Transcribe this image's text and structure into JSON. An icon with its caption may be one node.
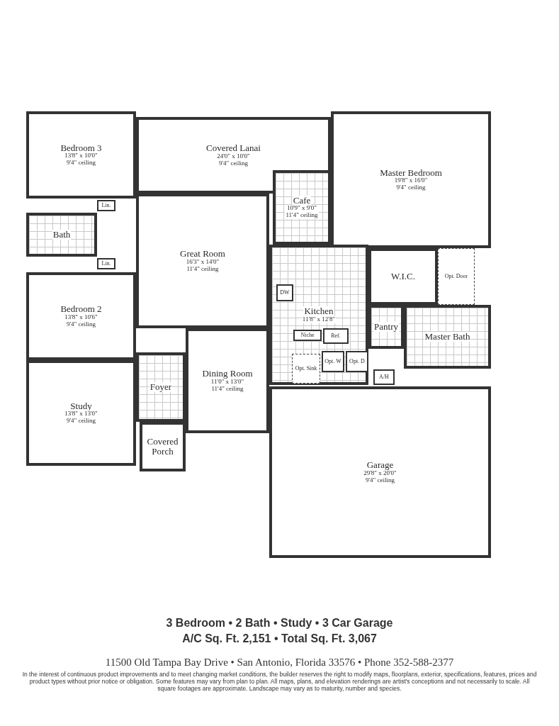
{
  "diagram": {
    "nodes": [
      {
        "text": [
          "Bedroom 3",
          "13'8\" x 10'0\"",
          "9'4\" ceiling"
        ]
      },
      {
        "text": [
          "Covered Lanai",
          "24'0\" x 10'0\"",
          "9'4\" ceiling"
        ]
      },
      {
        "text": [
          "Master Bedroom",
          "19'8\" x 16'0\"",
          "9'4\" ceiling"
        ]
      },
      {
        "text": [
          "Bath"
        ]
      },
      {
        "text": [
          "Lin."
        ]
      },
      {
        "text": [
          "Lin."
        ]
      },
      {
        "text": [
          "Bedroom 2",
          "13'8\" x 10'6\"",
          "9'4\" ceiling"
        ]
      },
      {
        "text": [
          "Great Room",
          "16'3\" x 14'0\"",
          "11'4\" ceiling"
        ]
      },
      {
        "text": [
          "Cafe",
          "10'9\" x 9'0\"",
          "11'4\" ceiling"
        ]
      },
      {
        "text": [
          "Kitchen",
          "11'8\" x 12'8\""
        ]
      },
      {
        "text": [
          "DW"
        ],
        "in": 9
      },
      {
        "text": [
          "Niche"
        ],
        "in": 9
      },
      {
        "text": [
          "Ref."
        ],
        "in": 9
      },
      {
        "text": [
          "Opt. W"
        ],
        "in": 9
      },
      {
        "text": [
          "Opt. D"
        ],
        "in": 9
      },
      {
        "text": [
          "Opt. Sink"
        ],
        "in": 9
      },
      {
        "text": [
          "W.I.C."
        ]
      },
      {
        "text": [
          "Opt. Door"
        ]
      },
      {
        "text": [
          "Pantry"
        ]
      },
      {
        "text": [
          "Master Bath"
        ]
      },
      {
        "text": [
          "A/H"
        ]
      },
      {
        "text": [
          "Foyer"
        ]
      },
      {
        "text": [
          "Dining Room",
          "11'0\" x 13'0\"",
          "11'4\" ceiling"
        ]
      },
      {
        "text": [
          "Study",
          "13'8\" x 13'0\"",
          "9'4\" ceiling"
        ]
      },
      {
        "text": [
          "Covered Porch"
        ]
      },
      {
        "text": [
          "Garage",
          "29'8\" x 20'0\"",
          "9'4\" ceiling"
        ]
      }
    ],
    "labels": [
      "3 Bedroom • 2 Bath • Study • 3 Car Garage",
      "A/C Sq. Ft. 2,151 • Total Sq. Ft. 3,067",
      "11500 Old Tampa Bay Drive • San Antonio, Florida 33576 • Phone 352-588-2377",
      "In the interest of continuous product improvements and to meet changing market conditions, the builder reserves the right to modify maps, floorplans, exterior, specifications, features, prices and product types without prior notice or obligation. Some features may vary from plan to plan. All maps, plans, and elevation renderings are artist's conceptions and not necessarily to scale. All square footages are approximate. Landscape may vary as to maturity, number and species."
    ]
  }
}
